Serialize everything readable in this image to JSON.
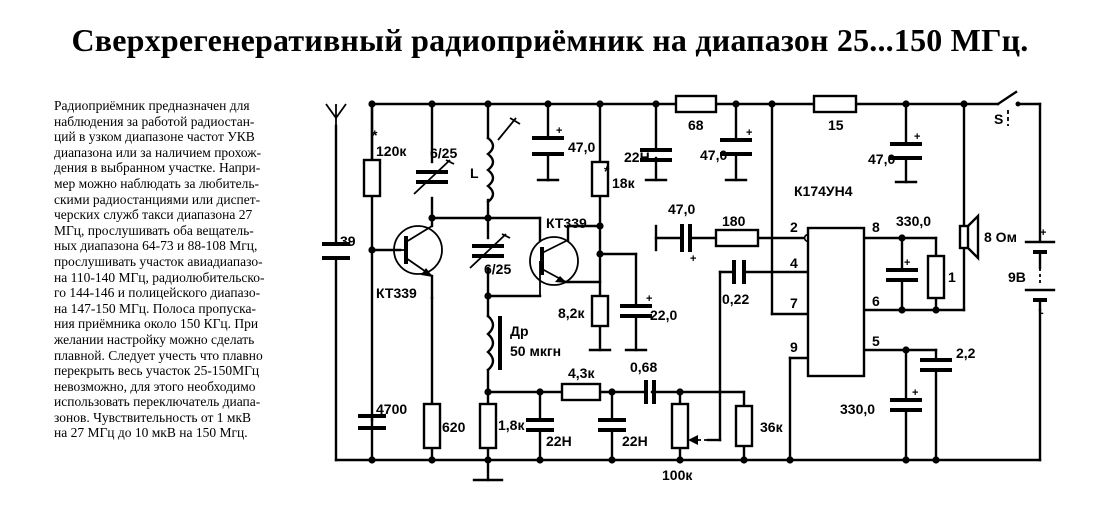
{
  "title": "Сверхрегенеративный радиоприёмник на диапазон 25...150 МГц.",
  "description_lines": [
    "Радиоприёмник  предназначен для",
    "наблюдения за работой радиостан-",
    "ций в узком диапазоне  частот  УКВ",
    "диапазона или за  наличием прохож-",
    "дения в выбранном участке.  Напри-",
    "мер можно наблюдать  за любитель-",
    "скими радиостанциями или  диспет-",
    "черских служб такси   диапазона 27",
    "МГц, прослушивать   оба вещатель-",
    "ных диапазона  64-73 и 88-108 Мгц,",
    "прослушивать участок авиадиапазо-",
    "на 110-140 МГц, радиолюбительско-",
    "го 144-146 и  полицейского диапазо-",
    "на 147-150 МГц.  Полоса пропуска-",
    "ния приёмника около 150 КГц.  При",
    "желании настройку можно сделать",
    "плавной. Следует учесть что плавно",
    "перекрыть весь участок 25-150МГц",
    "невозможно, для этого необходимо",
    "использовать  переключатель диапа-",
    "зонов.  Чувствительность от 1 мкВ",
    "на  27 МГц  до  10 мкВ  на 150 Мгц."
  ],
  "schematic": {
    "r_120k": "120к",
    "r_120k_mark": "*",
    "c_6_25_a": "6/25",
    "inductor_L": "L",
    "c_47_a": "47,0",
    "c_22n_a": "22Н",
    "r_68": "68",
    "c_47_b": "47,0",
    "r_15": "15",
    "c_47_c": "47,0",
    "switch_S": "S",
    "r_18k": "18к",
    "r_18k_mark": "*",
    "c_39": "39",
    "q1": "КТ339",
    "q2": "КТ339",
    "c_6_25_b": "6/25",
    "c_47_d": "47,0",
    "r_180": "180",
    "ic": "К174УН4",
    "c_330": "330,0",
    "speaker": "8 Ом",
    "battery": "9В",
    "r_8_2k": "8,2к",
    "c_22": "22,0",
    "c_0_22": "0,22",
    "r_1": "1",
    "choke_Dr": "Др",
    "choke_val": "50 мкгн",
    "r_4_3k": "4,3к",
    "c_0_68": "0,68",
    "c_2_2": "2,2",
    "c_4700": "4700",
    "r_620": "620",
    "r_1_8k": "1,8к",
    "c_22n_b": "22Н",
    "c_22n_c": "22Н",
    "c_330_b": "330,0",
    "r_36k": "36к",
    "r_100k": "100к",
    "pins": {
      "p2": "2",
      "p4": "4",
      "p7": "7",
      "p9": "9",
      "p8": "8",
      "p6": "6",
      "p5": "5"
    },
    "plus": "+",
    "minus": "-"
  }
}
